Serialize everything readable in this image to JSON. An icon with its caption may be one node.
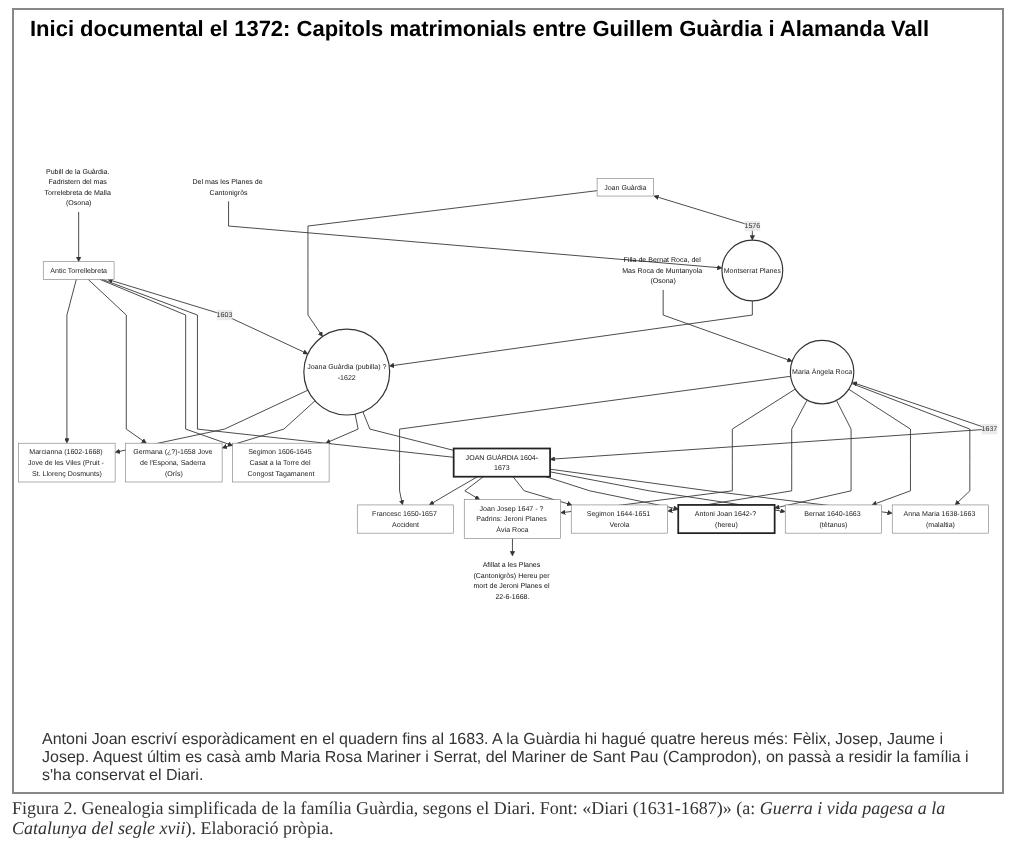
{
  "diagram": {
    "title": "Inici documental el 1372: Capitols matrimonials entre Guillem Guàrdia i Alamanda Vall",
    "caption": "Figura 2. Genealogia simplificada de la família Guàrdia, segons el Diari. Font: «Diari (1631-1687)» (a: *Guerra i vida pagesa a la Catalunya del segle xvii*). Elaboració pròpia.",
    "nodes": [
      {
        "text": [
          "Joan Guàrdia"
        ]
      },
      {
        "text": [
          "Montserrat Planes"
        ]
      },
      {
        "text": [
          "Del mas les Planes de Cantonigròs"
        ]
      },
      {
        "text": [
          "Pubill de la Guàrdia. Fadristern del mas Torrelebreta de Malla (Osona)"
        ]
      },
      {
        "text": [
          "Antic Torrellebreta"
        ]
      },
      {
        "text": [
          "Joana Guàrdia (pubilla) ?-1622"
        ]
      },
      {
        "text": [
          "Filla de Bernat Roca, del Mas Roca de Muntanyola (Osona)"
        ]
      },
      {
        "text": [
          "Maria Àngela Roca"
        ]
      },
      {
        "text": [
          "JOAN GUÀRDIA 1604-1673"
        ]
      },
      {
        "text": [
          "Segimon 1606-1645 Casat a la Torre del Congost Tagamanent"
        ]
      },
      {
        "text": [
          "Germana (¿?)-1658 Jove de l'Espona, Saderra (Orís)"
        ]
      },
      {
        "text": [
          "Marcianna (1602-1668) Jove de les Viles (Pruit - St. Llorenç Dosmunts)"
        ]
      },
      {
        "text": [
          "Afillat a les Planes (Cantonigròs) Hereu per mort de Jeroni Planes el 22-6-1668."
        ]
      },
      {
        "text": [
          "Anna Maria 1638-1663 (malaltia)"
        ]
      },
      {
        "text": [
          "Bernat 1640-1663 (tètanus)"
        ]
      },
      {
        "text": [
          "Antoni Joan 1642-? (hereu)"
        ]
      },
      {
        "text": [
          "Segimon 1644-1651 Verola"
        ]
      },
      {
        "text": [
          "Joan Josep 1647 - ? Padrins: Jeroni Planes Àvia Roca"
        ]
      },
      {
        "text": [
          "Francesc 1650-1657 Accident"
        ]
      }
    ],
    "edges": [
      {
        "from": 0,
        "to": 1,
        "arrow": "both",
        "label": "1576"
      },
      {
        "from": 0,
        "to": 5,
        "arrow": "to"
      },
      {
        "from": 1,
        "to": 5,
        "arrow": "to"
      },
      {
        "from": 2,
        "to": 1,
        "arrow": "to"
      },
      {
        "from": 3,
        "to": 4,
        "arrow": "to"
      },
      {
        "from": 4,
        "to": 5,
        "arrow": "both",
        "label": "1603"
      },
      {
        "from": 6,
        "to": 7,
        "arrow": "to"
      },
      {
        "from": 7,
        "to": 8,
        "arrow": "both",
        "label": "1637"
      },
      {
        "from": 4,
        "to": 8,
        "arrow": "none"
      },
      {
        "from": 5,
        "to": 8,
        "arrow": "none"
      },
      {
        "from": 4,
        "to": 9,
        "arrow": "to"
      },
      {
        "from": 5,
        "to": 9,
        "arrow": "to"
      },
      {
        "from": 4,
        "to": 10,
        "arrow": "to"
      },
      {
        "from": 5,
        "to": 10,
        "arrow": "to"
      },
      {
        "from": 4,
        "to": 11,
        "arrow": "to"
      },
      {
        "from": 5,
        "to": 11,
        "arrow": "to"
      },
      {
        "from": 7,
        "to": 13,
        "arrow": "to"
      },
      {
        "from": 8,
        "to": 13,
        "arrow": "to"
      },
      {
        "from": 7,
        "to": 14,
        "arrow": "to"
      },
      {
        "from": 8,
        "to": 14,
        "arrow": "to"
      },
      {
        "from": 7,
        "to": 15,
        "arrow": "to"
      },
      {
        "from": 8,
        "to": 15,
        "arrow": "to"
      },
      {
        "from": 7,
        "to": 16,
        "arrow": "to"
      },
      {
        "from": 8,
        "to": 16,
        "arrow": "to"
      },
      {
        "from": 7,
        "to": 17,
        "arrow": "to"
      },
      {
        "from": 8,
        "to": 17,
        "arrow": "to"
      },
      {
        "from": 7,
        "to": 18,
        "arrow": "to"
      },
      {
        "from": 8,
        "to": 18,
        "arrow": "to"
      },
      {
        "from": 17,
        "to": 12,
        "arrow": "to"
      }
    ],
    "labels": [
      "Antoni Joan escriví esporàdicament en el quadern fins al 1683. A la Guàrdia hi hagué quatre hereus més: Fèlix, Josep, Jaume i Josep. Aquest últim es casà amb Maria Rosa Mariner i Serrat, del Mariner de Sant Pau (Camprodon), on passà a residir la família i s'ha conservat el Diari."
    ]
  }
}
